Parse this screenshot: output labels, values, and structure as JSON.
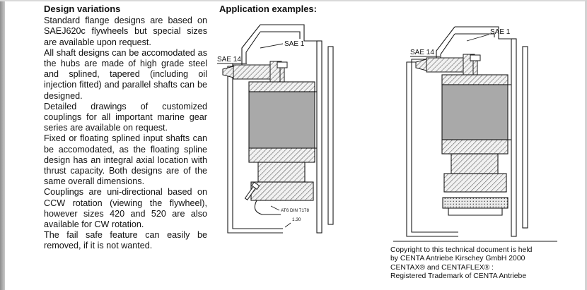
{
  "left_column": {
    "heading": "Design variations",
    "paragraphs": [
      "Standard flange designs are based on SAEJ620c flywheels but special sizes are available upon request.",
      "All shaft designs can be accomodated as the hubs are made of high grade steel and splined, tapered (including oil injection fitted) and parallel shafts can be designed.",
      "Detailed drawings of customized couplings for all important marine gear series are available on request.",
      "Fixed or floating splined input shafts can be accomodated, as the floating spline design has an integral axial location with thrust capacity. Both designs are of the same overall dimensions.",
      "Couplings are uni-directional based on CCW rotation (viewing the flywheel), however sizes 420 and 520 are also available for CW rotation.",
      "The fail safe feature can easily be removed, if it is not wanted."
    ]
  },
  "right_section": {
    "heading": "Application examples:"
  },
  "drawing1": {
    "sae1": "SAE 1",
    "sae14": "SAE 14",
    "spline_note": "AT6 DIN 7178",
    "ratio_note": "1.30"
  },
  "drawing2": {
    "sae1": "SAE 1",
    "sae14": "SAE 14"
  },
  "copyright": {
    "lines": [
      "Copyright to this technical document is held",
      "by CENTA Antriebe Kirschey GmbH 2000",
      "CENTAX® and CENTAFLEX® :",
      "Registered Trademark of CENTA Antriebe"
    ]
  }
}
